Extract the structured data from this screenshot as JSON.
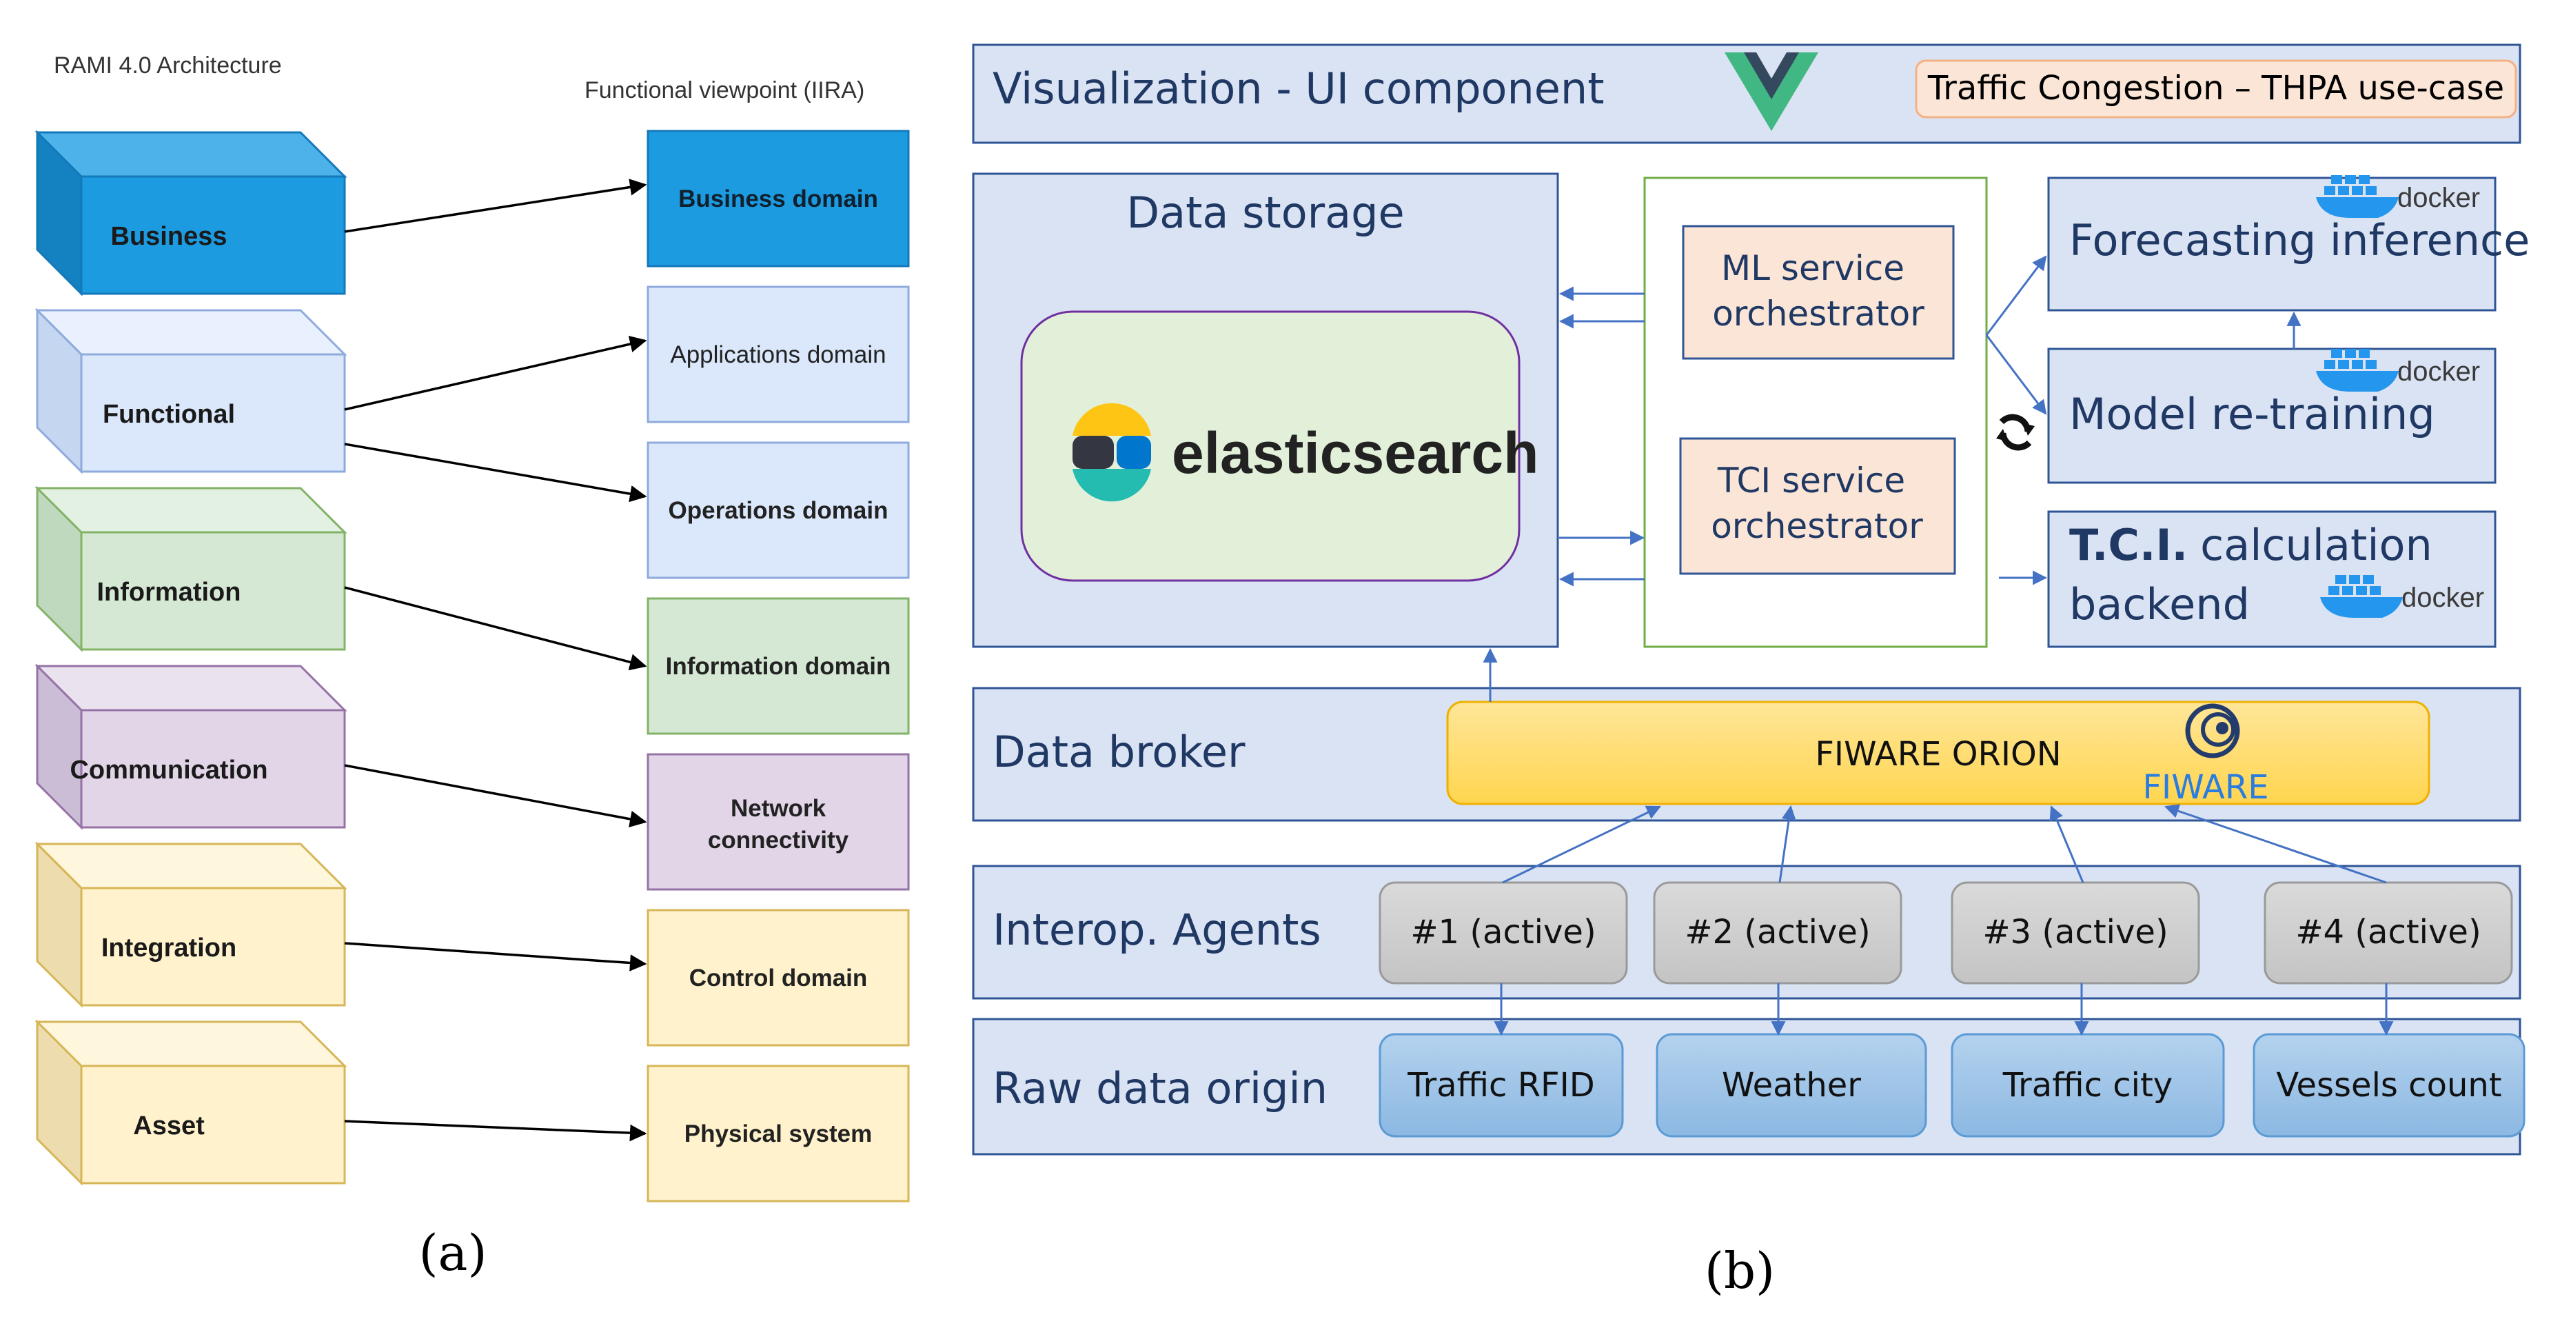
{
  "panel_a": {
    "title": "RAMI 4.0 Architecture",
    "subtitle": "Functional viewpoint (IIRA)",
    "caption": "(a)",
    "layers": [
      {
        "label": "Business",
        "front": "#1c9be0",
        "top": "#4db2ea",
        "side": "#1481c0",
        "stroke": "#1479b8"
      },
      {
        "label": "Functional",
        "front": "#dbe8fb",
        "top": "#e8f1fd",
        "side": "#c5d6f0",
        "stroke": "#8faadc"
      },
      {
        "label": "Information",
        "front": "#d5e8d4",
        "top": "#e3f1e2",
        "side": "#bfd9be",
        "stroke": "#82b366"
      },
      {
        "label": "Communication",
        "front": "#e1d5e7",
        "top": "#ebe2f0",
        "side": "#ccbdd6",
        "stroke": "#9673a6"
      },
      {
        "label": "Integration",
        "front": "#fff2cc",
        "top": "#fff7dd",
        "side": "#ecdcae",
        "stroke": "#d6b656"
      },
      {
        "label": "Asset",
        "front": "#fff2cc",
        "top": "#fff7dd",
        "side": "#ecdcae",
        "stroke": "#d6b656"
      }
    ],
    "domains": [
      {
        "label": "Business domain",
        "fill": "#1c9be0",
        "stroke": "#1479b8"
      },
      {
        "label": "Applications domain",
        "fill": "#dbe8fb",
        "stroke": "#8faadc"
      },
      {
        "label": "Operations domain",
        "fill": "#dbe8fb",
        "stroke": "#8faadc"
      },
      {
        "label": "Information domain",
        "fill": "#d5e8d4",
        "stroke": "#82b366"
      },
      {
        "label": "Network connectivity",
        "fill": "#e1d5e7",
        "stroke": "#9673a6"
      },
      {
        "label": "Control domain",
        "fill": "#fff2cc",
        "stroke": "#d6b656"
      },
      {
        "label": "Physical system",
        "fill": "#fff2cc",
        "stroke": "#d6b656"
      }
    ],
    "mappings": [
      [
        0,
        0
      ],
      [
        1,
        1
      ],
      [
        1,
        2
      ],
      [
        2,
        3
      ],
      [
        3,
        4
      ],
      [
        4,
        5
      ],
      [
        5,
        6
      ]
    ]
  },
  "panel_b": {
    "caption": "(b)",
    "visualization": {
      "label": "Visualization - UI component",
      "usecase": "Traffic Congestion – THPA use-case",
      "logo": "vue-logo"
    },
    "data_storage": {
      "label": "Data storage",
      "product": "elasticsearch",
      "logo": "elasticsearch-logo"
    },
    "orchestrators": [
      "ML service orchestrator",
      "TCI service orchestrator"
    ],
    "services": [
      {
        "label": "Forecasting inference",
        "badge": "docker"
      },
      {
        "label": "Model re-training",
        "badge": "docker"
      },
      {
        "label_bold": "T.C.I.",
        "label_rest": "calculation backend",
        "badge": "docker"
      }
    ],
    "data_broker": {
      "label": "Data broker",
      "product": "FIWARE ORION",
      "logo_text": "FIWARE"
    },
    "agents": {
      "label": "Interop. Agents",
      "items": [
        "#1 (active)",
        "#2 (active)",
        "#3 (active)",
        "#4 (active)"
      ]
    },
    "raw_data": {
      "label": "Raw data origin",
      "items": [
        "Traffic RFID",
        "Weather",
        "Traffic city",
        "Vessels count"
      ]
    },
    "colors": {
      "layer_fill": "#dae3f3",
      "layer_stroke": "#2f5597",
      "title_text": "#1f3864",
      "orchestrator_fill": "#fbe5d6",
      "orchestrator_stroke": "#2f5597",
      "green_stroke": "#70ad47",
      "broker_fill": "#ffd966",
      "agent_fill": "#d0d0d0",
      "source_fill": "#9dc3e6",
      "arrow": "#4472c4",
      "elastic_fill": "#e2f0d9",
      "elastic_stroke": "#7030a0"
    }
  }
}
